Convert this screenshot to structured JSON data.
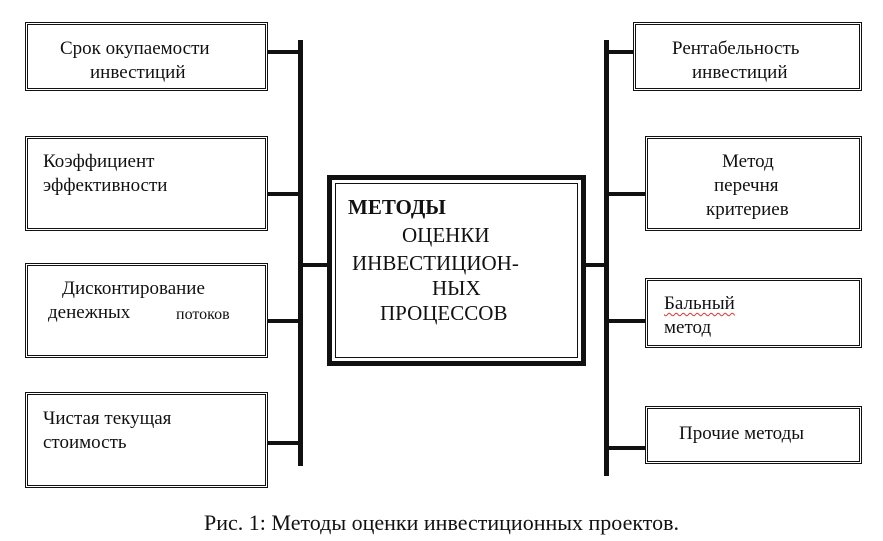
{
  "center": {
    "lines": [
      "МЕТОДЫ",
      "ОЦЕНКИ",
      "ИНВЕСТИЦИОН-",
      "НЫХ",
      "ПРОЦЕССОВ"
    ]
  },
  "left_methods": [
    {
      "line1": "Срок окупаемости",
      "line2": "инвестиций"
    },
    {
      "line1": "Коэффициент",
      "line2": "эффективности"
    },
    {
      "line1": "Дисконтирование",
      "line2a": "денежных",
      "line2b": "потоков"
    },
    {
      "line1": "Чистая текущая",
      "line2": "стоимость"
    }
  ],
  "right_methods": [
    {
      "line1": "Рентабельность",
      "line2": "инвестиций"
    },
    {
      "line1": "Метод",
      "line2": "перечня",
      "line3": "критериев"
    },
    {
      "line1a": "Бальный",
      "line2": "метод"
    },
    {
      "line1": "Прочие методы"
    }
  ],
  "caption": "Рис. 1: Методы оценки инвестиционных проектов."
}
